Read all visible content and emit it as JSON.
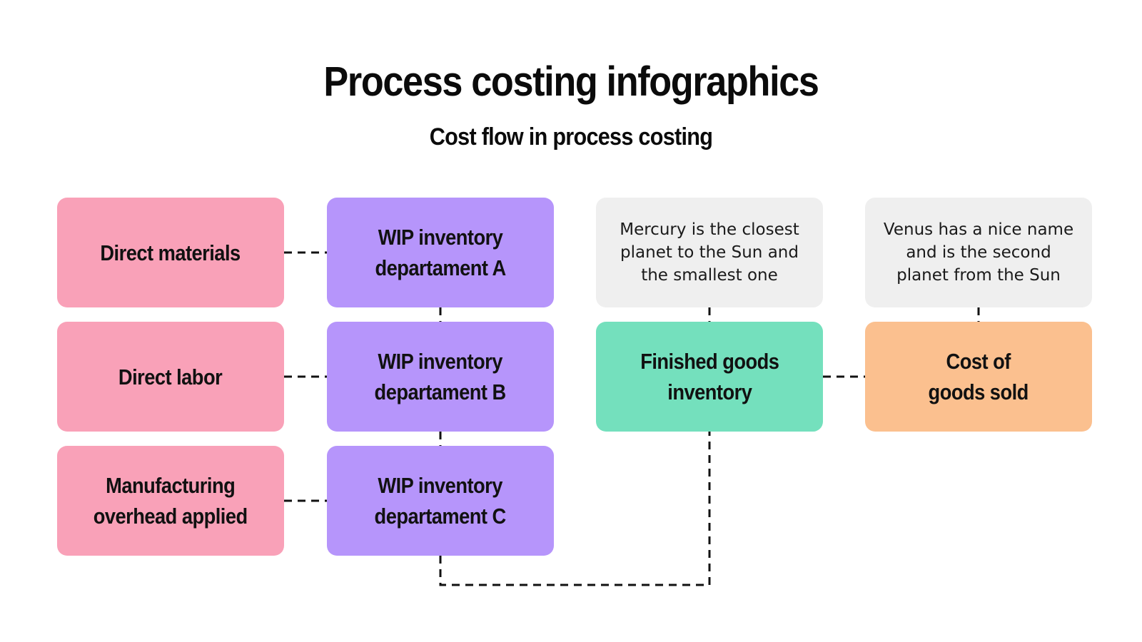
{
  "header": {
    "title": "Process costing infographics",
    "subtitle": "Cost flow in process costing"
  },
  "colors": {
    "inputs": "#f9a1b8",
    "wip": "#b695fb",
    "notes": "#efefef",
    "finished": "#74e0bd",
    "sold": "#fbc08f",
    "connector": "#111111"
  },
  "nodes": {
    "direct_materials": "Direct materials",
    "direct_labor": "Direct labor",
    "manufacturing_overhead": "Manufacturing\noverhead applied",
    "wip_a": "WIP inventory\ndepartament A",
    "wip_b": "WIP inventory\ndepartament B",
    "wip_c": "WIP inventory\ndepartament C",
    "finished_goods": "Finished goods\ninventory",
    "cost_of_goods_sold": "Cost of\ngoods sold"
  },
  "notes": {
    "mercury": "Mercury is the closest\nplanet to the Sun and\nthe smallest one",
    "venus": "Venus has a nice name\nand is the second\nplanet from the Sun"
  }
}
